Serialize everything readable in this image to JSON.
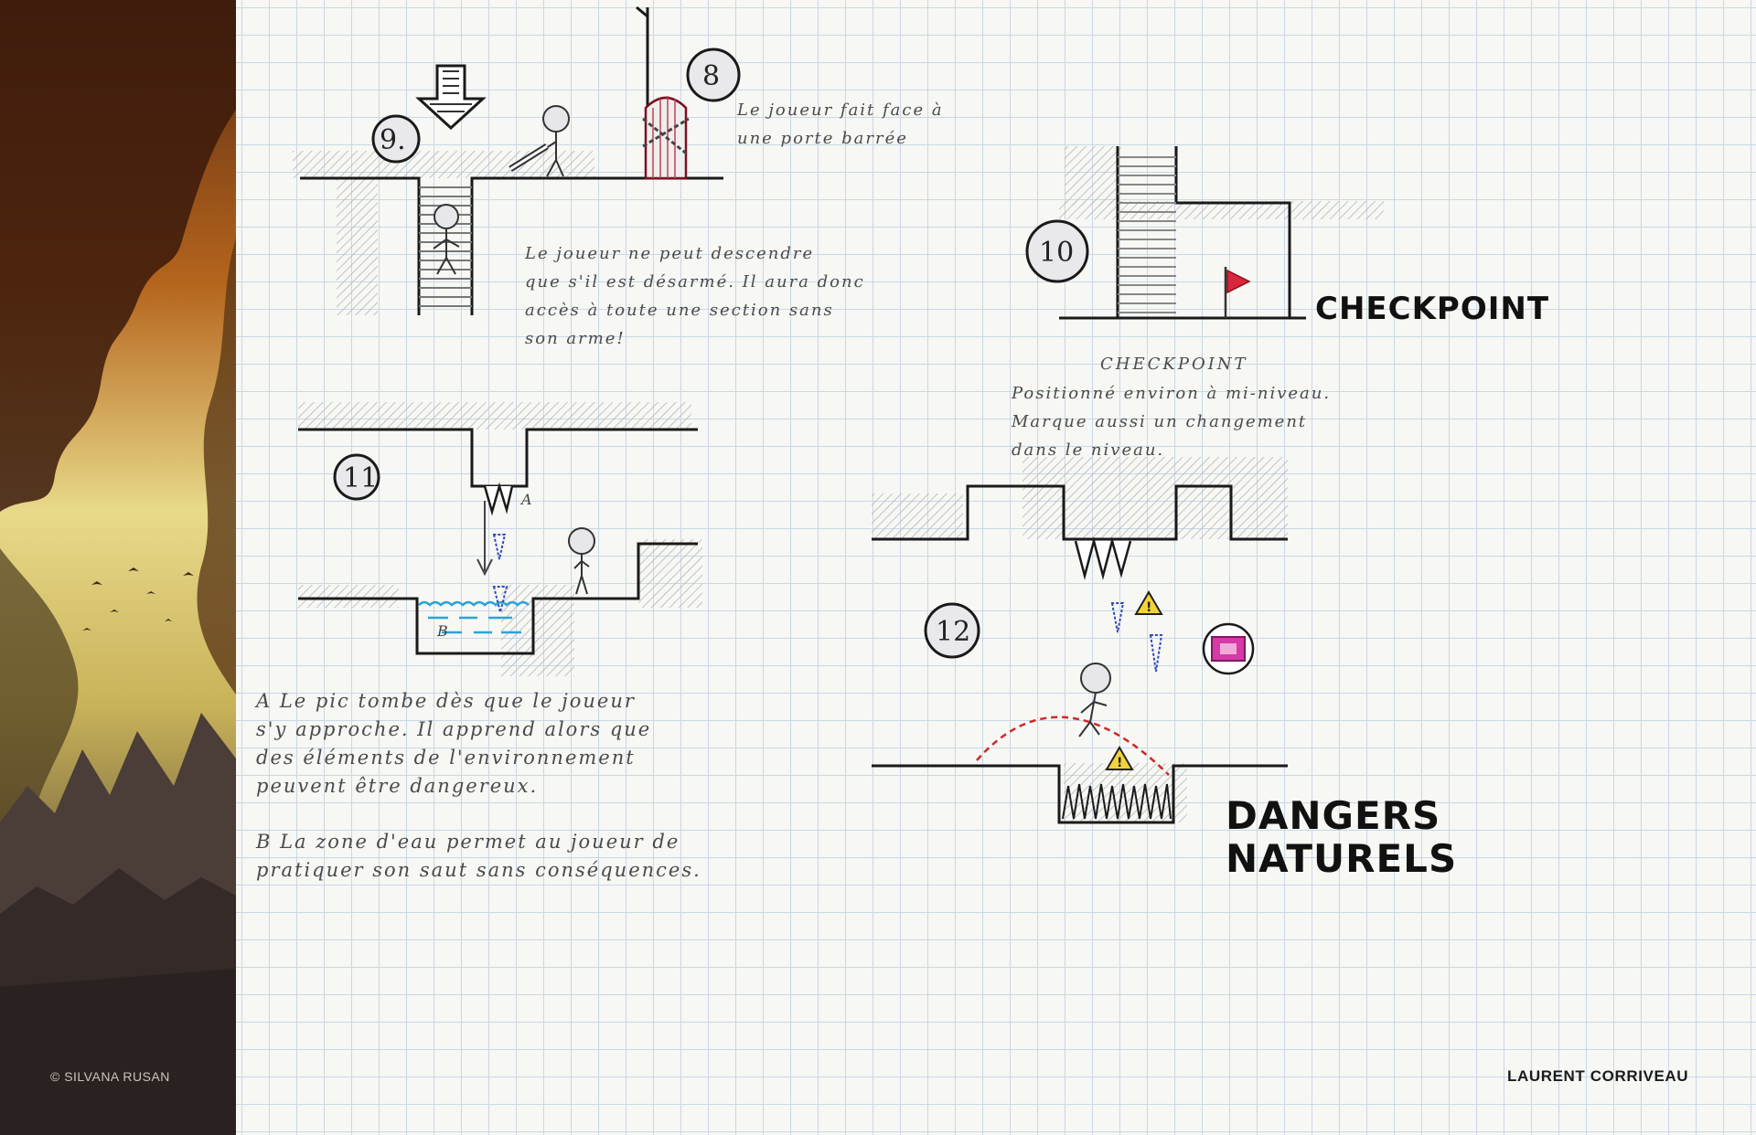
{
  "art_credit": "© SILVANA RUSAN",
  "author_credit": "LAURENT CORRIVEAU",
  "panel_labels": {
    "checkpoint_title": "CHECKPOINT",
    "dangers_title_line1": "DANGERS",
    "dangers_title_line2": "NATURELS"
  },
  "badges": {
    "b9": "9.",
    "b8": "8",
    "b10": "10",
    "b11": "11",
    "b12": "12"
  },
  "notes": {
    "door": "Le joueur fait face à\nune porte barrée",
    "descend": "Le joueur ne peut descendre\nque s'il est désarmé. Il aura donc\naccès à toute une section sans\nson arme!",
    "checkpoint_heading": "CHECKPOINT",
    "checkpoint_body": "Positionné environ à mi-niveau.\nMarque aussi un changement\ndans le niveau.",
    "note_a": "A  Le pic tombe dès que le joueur\n    s'y approche. Il apprend alors que\n    des éléments de l'environnement\n    peuvent être dangereux.",
    "note_b": "B  La zone d'eau permet au joueur de\n    pratiquer son saut sans conséquences.",
    "label_a": "A",
    "label_b": "B"
  },
  "colors": {
    "paper": "#f7f7f4",
    "grid": "#c9d7e6",
    "ink": "#1a1a1a",
    "flag": "#d8263a",
    "water": "#2aa4d8",
    "warning": "#f3d33b",
    "gem": "#d63aa8",
    "spike_hint": "#2f4ab8"
  }
}
